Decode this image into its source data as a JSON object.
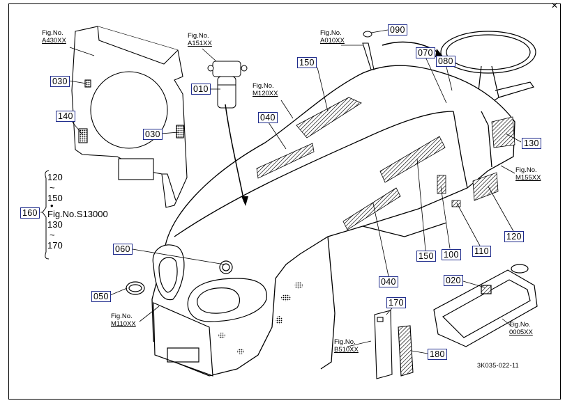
{
  "window": {
    "close_glyph": "✕"
  },
  "drawing_id": "3K035-022-11",
  "callouts": [
    {
      "label": "030",
      "name": "callout-030-upper"
    },
    {
      "label": "140",
      "name": "callout-140"
    },
    {
      "label": "030",
      "name": "callout-030-lower"
    },
    {
      "label": "010",
      "name": "callout-010"
    },
    {
      "label": "150",
      "name": "callout-150-top"
    },
    {
      "label": "040",
      "name": "callout-040-top"
    },
    {
      "label": "090",
      "name": "callout-090"
    },
    {
      "label": "070",
      "name": "callout-070"
    },
    {
      "label": "080",
      "name": "callout-080"
    },
    {
      "label": "130",
      "name": "callout-130"
    },
    {
      "label": "160",
      "name": "callout-160"
    },
    {
      "label": "060",
      "name": "callout-060"
    },
    {
      "label": "050",
      "name": "callout-050"
    },
    {
      "label": "150",
      "name": "callout-150-bottom"
    },
    {
      "label": "100",
      "name": "callout-100"
    },
    {
      "label": "110",
      "name": "callout-110"
    },
    {
      "label": "120",
      "name": "callout-120"
    },
    {
      "label": "040",
      "name": "callout-040-bottom"
    },
    {
      "label": "020",
      "name": "callout-020"
    },
    {
      "label": "170",
      "name": "callout-170"
    },
    {
      "label": "180",
      "name": "callout-180"
    }
  ],
  "figure_refs": [
    {
      "prefix": "Fig.No.",
      "code": "A430XX",
      "name": "fig-ref-a430xx"
    },
    {
      "prefix": "Fig.No.",
      "code": "A151XX",
      "name": "fig-ref-a151xx"
    },
    {
      "prefix": "Fig.No.",
      "code": "M120XX",
      "name": "fig-ref-m120xx"
    },
    {
      "prefix": "Fig.No.",
      "code": "A010XX",
      "name": "fig-ref-a010xx"
    },
    {
      "prefix": "Fig.No.",
      "code": "M155XX",
      "name": "fig-ref-m155xx"
    },
    {
      "prefix": "Fig.No.",
      "code": "M110XX",
      "name": "fig-ref-m110xx"
    },
    {
      "prefix": "Fig.No.",
      "code": "B510XX",
      "name": "fig-ref-b510xx"
    },
    {
      "prefix": "Fig.No.",
      "code": "0005XX",
      "name": "fig-ref-0005xx"
    }
  ],
  "range_group": {
    "lines": [
      "120",
      "~",
      "150",
      "•",
      "Fig.No.S13000",
      "130",
      "~",
      "170"
    ]
  }
}
